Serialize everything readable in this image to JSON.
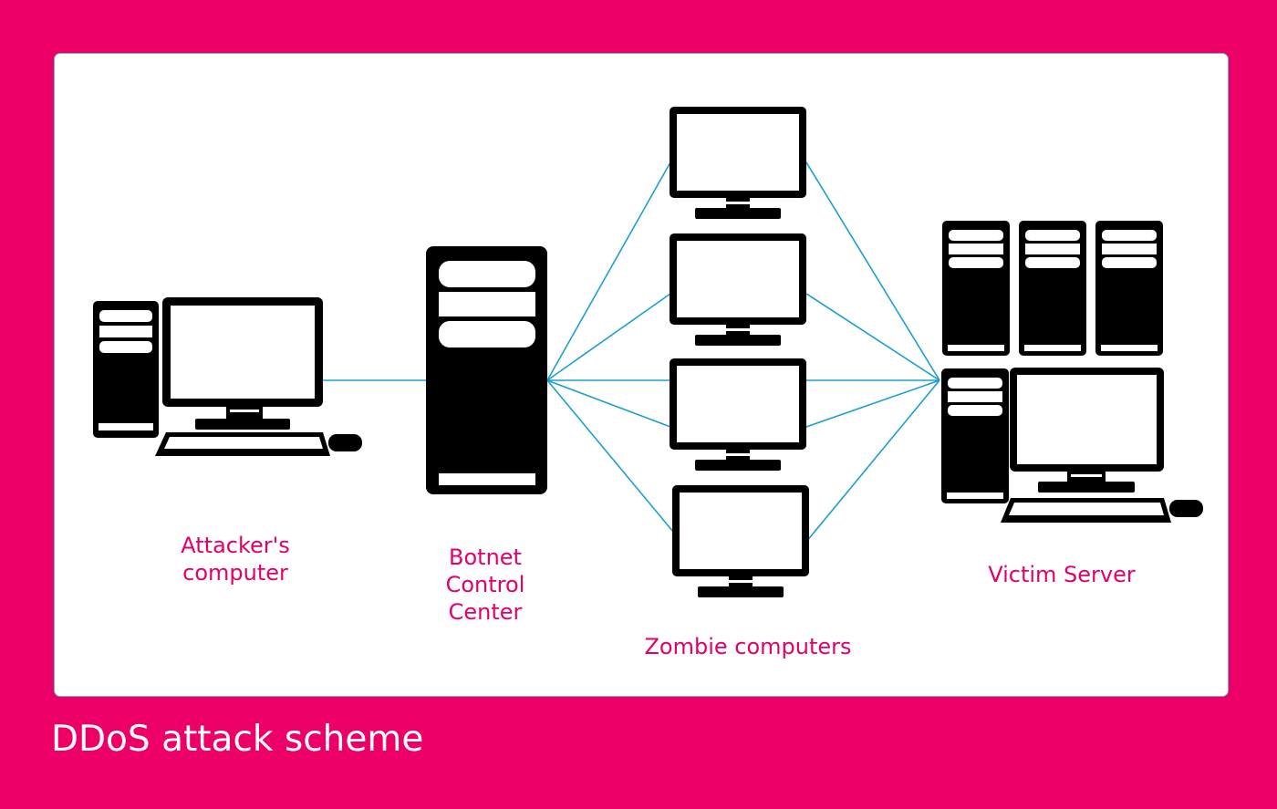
{
  "colors": {
    "background": "#ec0068",
    "panel": "#ffffff",
    "connector": "#1ba0d0",
    "label": "#e4006b",
    "device": "#000000"
  },
  "nodes": {
    "attacker": {
      "label_line1": "Attacker's",
      "label_line2": "computer",
      "icon": "desktop-computer-icon"
    },
    "botnet": {
      "label_line1": "Botnet",
      "label_line2": "Control",
      "label_line3": "Center",
      "icon": "server-tower-icon"
    },
    "zombies": {
      "label": "Zombie computers",
      "icon": "monitor-icon"
    },
    "victim": {
      "label": "Victim Server",
      "icon": "server-cluster-icon"
    }
  },
  "caption": "DDoS attack scheme"
}
